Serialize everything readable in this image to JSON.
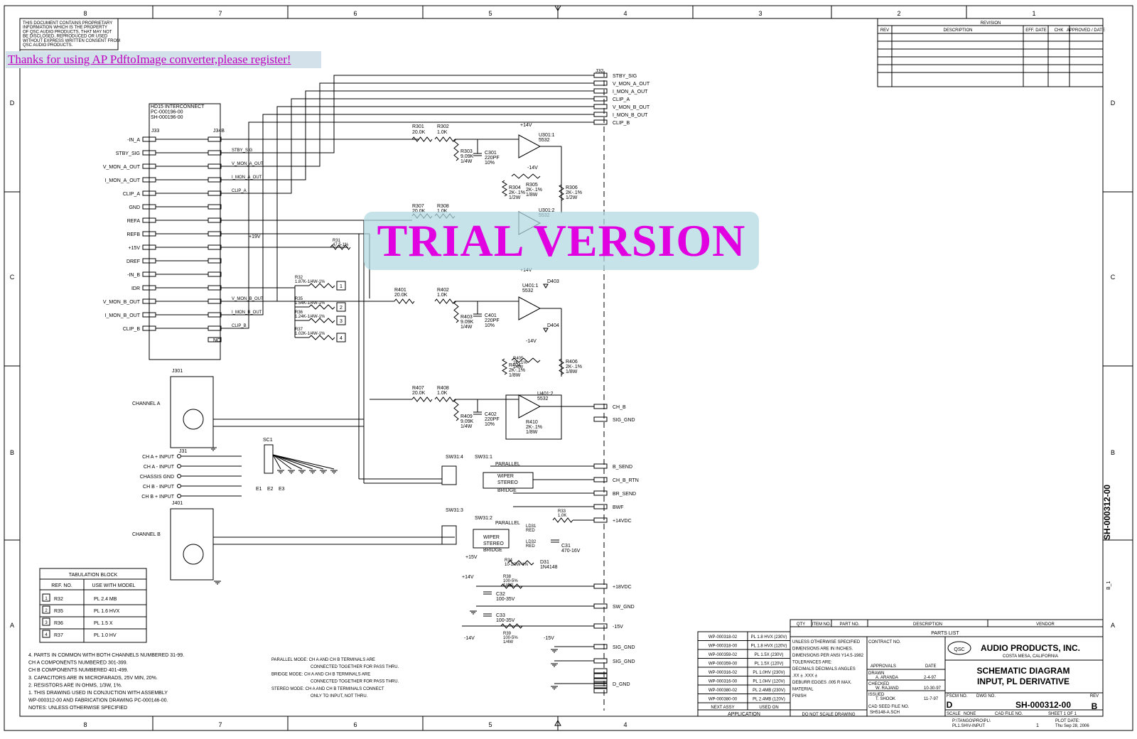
{
  "banner": {
    "text": "Thanks for using AP PdftoImage converter,please register!"
  },
  "watermark": {
    "text": "TRIAL VERSION"
  },
  "frame": {
    "top_zones": [
      "8",
      "7",
      "6",
      "5",
      "4",
      "3",
      "2",
      "1"
    ],
    "bottom_zones": [
      "8",
      "7",
      "6",
      "5",
      "4"
    ],
    "side_zones": [
      "D",
      "C",
      "B",
      "A"
    ]
  },
  "proprietary_note": [
    "THIS DOCUMENT CONTAINS PROPRIETARY",
    "INFORMATION WHICH IS THE PROPERTY",
    "OF QSC AUDIO PRODUCTS, THAT MAY NOT",
    "BE DISCLOSED, REPRODUCED OR USED",
    "WITHOUT EXPRESS WRITTEN CONSENT FROM",
    "QSC AUDIO PRODUCTS."
  ],
  "revision": {
    "title": "REVISION",
    "columns": [
      "REV",
      "DESCRIPTION",
      "EFF. DATE",
      "CHK",
      "APPROVED / DATE"
    ]
  },
  "connector_block": {
    "title": [
      "HD15 INTERCONNECT",
      "PC-000196-00",
      "SH-000196-00"
    ],
    "j33": "J33",
    "j34": "J34B",
    "pins_left": [
      "-IN_A",
      "STBY_SIG",
      "V_MON_A_OUT",
      "I_MON_A_OUT",
      "CLIP_A",
      "GND",
      "REFA",
      "REFB",
      "+15V",
      "DREF",
      "-IN_B",
      "IDR",
      "V_MON_B_OUT",
      "I_MON_B_OUT",
      "CLIP_B"
    ],
    "pins_right": [
      "STBY_SIG",
      "V_MON_A_OUT",
      "I_MON_A_OUT",
      "CLIP_A",
      "V_MON_B_OUT",
      "I_MON_B_OUT",
      "CLIP_B"
    ],
    "nc": "NC"
  },
  "j32": {
    "label": "J32",
    "pins": [
      "STBY_SIG",
      "V_MON_A_OUT",
      "I_MON_A_OUT",
      "CLIP_A",
      "V_MON_B_OUT",
      "I_MON_B_OUT",
      "CLIP_B"
    ]
  },
  "right_connector": {
    "pins": [
      "CH_B",
      "SIG_GND",
      "B_SEND",
      "CH_B_RTN",
      "BR_SEND",
      "BWF",
      "+14VDC",
      "+18VDC",
      "SW_GND",
      "-15V",
      "SIG_GND",
      "SIG_GND",
      "D_GND"
    ]
  },
  "components": {
    "r301": [
      "R301",
      "20.0K"
    ],
    "r302": [
      "R302",
      "1.0K"
    ],
    "r303": [
      "R303",
      "9.09K",
      "1/4W"
    ],
    "c301": [
      "C301",
      "220PF",
      "10%"
    ],
    "u301a": [
      "U301:1",
      "5532"
    ],
    "r304": [
      "R304",
      "2K-.1%",
      "1/2W"
    ],
    "r305": [
      "R305",
      "2K-.1%",
      "1/8W"
    ],
    "r306": [
      "R306",
      "2K-.1%",
      "1/2W"
    ],
    "r307": [
      "R307",
      "20.0K"
    ],
    "r308": [
      "R308",
      "1.0K"
    ],
    "u301b": [
      "U301:2",
      "5532"
    ],
    "r31": [
      "R31",
      "47.5-1%"
    ],
    "r32": [
      "R32",
      "1.87K-1/4W-1%"
    ],
    "r35": [
      "R35",
      "1.54K-1/4W-1%"
    ],
    "r36": [
      "R36",
      "1.24K-1/4W-1%"
    ],
    "r37": [
      "R37",
      "1.02K-1/4W-1%"
    ],
    "r401": [
      "R401",
      "20.0K"
    ],
    "r402": [
      "R402",
      "1.0K"
    ],
    "u401a": [
      "U401:1",
      "5532"
    ],
    "r403": [
      "R403",
      "9.09K",
      "1/4W"
    ],
    "c401": [
      "C401",
      "220PF",
      "10%"
    ],
    "d403": "D403",
    "d404": "D404",
    "r404": [
      "R404",
      "2K-.1%",
      "1/8W"
    ],
    "r405": [
      "R405",
      "2K-.1%",
      "1/8W"
    ],
    "r406": [
      "R406",
      "2K-.1%",
      "1/8W"
    ],
    "r407": [
      "R407",
      "20.0K"
    ],
    "r408": [
      "R408",
      "1.0K"
    ],
    "u401b": [
      "U401:2",
      "5532"
    ],
    "r409": [
      "R409",
      "9.09K",
      "1/4W"
    ],
    "c402": [
      "C402",
      "220PF",
      "10%"
    ],
    "r410": [
      "R410",
      "2K-.1%",
      "1/8W"
    ],
    "r33": [
      "R33",
      "1.0K"
    ],
    "ld31": [
      "LD31",
      "RED"
    ],
    "ld32": [
      "LD32",
      "RED"
    ],
    "c31": [
      "C31",
      "470-16V"
    ],
    "r34": [
      "R34",
      "10-1/3W-1%"
    ],
    "d31": [
      "D31",
      "1N4148"
    ],
    "r38": [
      "R38",
      "100-5%",
      "1/4W"
    ],
    "c32": [
      "C32",
      "100-35V"
    ],
    "c33": [
      "C33",
      "100-35V"
    ],
    "r39": [
      "R39",
      "100-5%",
      "1/4W"
    ]
  },
  "rails": {
    "p14": "+14V",
    "m14": "-14V",
    "p15": "+15V",
    "m15": "-15V",
    "p19": "+19V"
  },
  "inputs": {
    "j301": "J301",
    "j31": "J31",
    "j401": "J401",
    "sc1": "SC1",
    "channel_a": "CHANNEL A",
    "channel_b": "CHANNEL B",
    "terms": [
      "CH A + INPUT",
      "CH A - INPUT",
      "CHASSIS GND",
      "CH B - INPUT",
      "CH B + INPUT"
    ],
    "e": [
      "E1",
      "E2",
      "E3"
    ]
  },
  "switches": {
    "sw31_4": "SW31:4",
    "sw31_1": "SW31:1",
    "sw31_3": "SW31:3",
    "sw31_2": "SW31:2",
    "modes": [
      "PARALLEL",
      "WIPER",
      "STEREO",
      "BRIDGE"
    ]
  },
  "tabulation": {
    "title": "TABULATION BLOCK",
    "headers": [
      "REF. NO.",
      "USE WITH MODEL"
    ],
    "rows": [
      [
        "1",
        "R32",
        "PL 2.4 MB"
      ],
      [
        "2",
        "R35",
        "PL 1.6 HVX"
      ],
      [
        "3",
        "R36",
        "PL 1.5 X"
      ],
      [
        "4",
        "R37",
        "PL 1.0 HV"
      ]
    ]
  },
  "notes": [
    "4.  PARTS IN COMMON WITH BOTH CHANNELS NUMBERED 31-99.",
    "     CH A COMPONENTS NUMBERED 301-399.",
    "     CH B COMPONENTS NUMBERED 401-499.",
    "3.  CAPACITORS ARE IN MICROFARADS, 25V MIN, 20%.",
    "2.  RESISTORS ARE IN OHMS, 1/3W, 1%.",
    "1.  THIS DRAWING USED IN CONJUCTION WITH ASSEMBLY",
    "     WP-000312-00 AND FABRICATION DRAWING PC-000146-00.",
    "NOTES: UNLESS OTHERWISE SPECIFIED"
  ],
  "mode_notes": [
    "PARALLEL MODE: CH A AND CH B TERMINALS ARE",
    "CONNECTED TOGETHER FOR PASS THRU.",
    "BRIDGE MODE: CH A AND CH B TERMINALS ARE",
    "CONNECTED TOGETHER FOR PASS THRU.",
    "STEREO MODE: CH A AND CH B TERMINALS CONNECT",
    "ONLY TO INPUT, NOT THRU."
  ],
  "application": {
    "rows": [
      [
        "WP-000318-02",
        "PL 1.8 HVX (230V)"
      ],
      [
        "WP-000318-00",
        "PL 1.8 HVX (120V)"
      ],
      [
        "WP-000359-02",
        "PL 1.5X (230V)"
      ],
      [
        "WP-000359-00",
        "PL 1.5X (120V)"
      ],
      [
        "WP-000316-02",
        "PL 1.0HV (230V)"
      ],
      [
        "WP-000316-00",
        "PL 1.0HV (120V)"
      ],
      [
        "WP-000380-02",
        "PL 2.4MB (230V)"
      ],
      [
        "WP-000380-00",
        "PL 2.4MB (120V)"
      ]
    ],
    "next_assy": "NEXT ASSY",
    "used_on": "USED ON",
    "label": "APPLICATION"
  },
  "title_block": {
    "parts_cols": [
      "QTY",
      "ITEM NO.",
      "PART NO.",
      "DESCRIPTION",
      "VENDOR"
    ],
    "parts_list": "PARTS LIST",
    "company": "AUDIO PRODUCTS, INC.",
    "city": "COSTA MESA, CALIFORNIA",
    "logo": "QSC",
    "title1": "SCHEMATIC DIAGRAM",
    "title2": "INPUT, PL DERIVATIVE",
    "tolerance": [
      "UNLESS OTHERWISE SPECIFIED",
      "DIMENSIONS ARE IN INCHES.",
      "DIMENSIONS PER ANSI Y14.5-1982",
      "TOLERANCES ARE:",
      "DECIMALS  DECIMALS  ANGLES",
      ".XX ±  .XXX ±",
      "DEBURR EDGES .005 R MAX.",
      "MATERIAL",
      "FINISH"
    ],
    "contract": "CONTRACT NO.",
    "approvals": "APPROVALS",
    "date": "DATE",
    "drawn": [
      "DRAWN",
      "A. ARANDA",
      "2-4-97"
    ],
    "checked": [
      "CHECKED",
      "W. RAJAND",
      "10-30-97"
    ],
    "issued": [
      "ISSUED",
      "T. SHOOK",
      "11-7-97"
    ],
    "cad": [
      "CAD SEED FILE NO.",
      "SH5148-A.SCH"
    ],
    "size": "D",
    "fscm": "FSCM NO.",
    "dwg_label": "DWG NO.",
    "dwg_no": "SH-000312-00",
    "rev_label": "REV",
    "rev": "B",
    "scale": "SCALE",
    "scale_val": "NONE",
    "cad_file": "CAD FILE NO.",
    "sheet": "SHEET 1 OF 1",
    "plot": [
      "PLOT DATE:",
      "Thu Sep 28, 2006"
    ],
    "path": [
      "P:\\TANGO\\PRO\\PL\\",
      "PL1.SH\\V-INPUT"
    ],
    "page": "1",
    "no_scale": "DO NOT SCALE DRAWING",
    "side_dwg": "SH-000312-00",
    "side_rev": "B_1"
  }
}
